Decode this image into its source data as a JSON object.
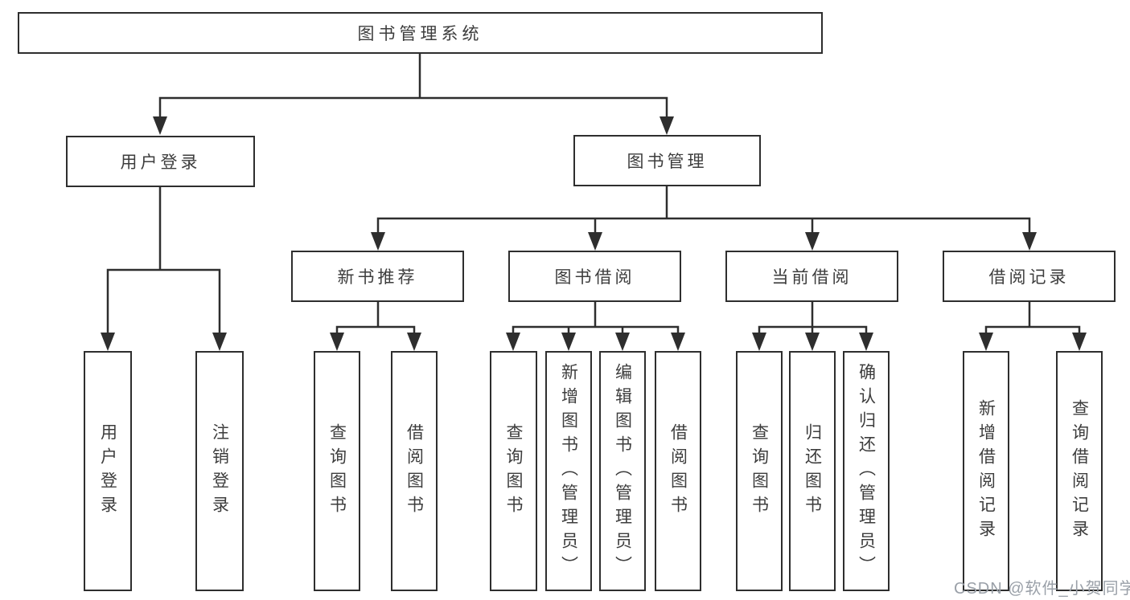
{
  "tree": {
    "root": "图书管理系统",
    "user_login": {
      "label": "用户登录",
      "children": [
        "用户登录",
        "注销登录"
      ]
    },
    "book_management": {
      "label": "图书管理",
      "sections": [
        {
          "label": "新书推荐",
          "children": [
            "查询图书",
            "借阅图书"
          ]
        },
        {
          "label": "图书借阅",
          "children": [
            "查询图书",
            "新增图书（管理员）",
            "编辑图书（管理员）",
            "借阅图书"
          ]
        },
        {
          "label": "当前借阅",
          "children": [
            "查询图书",
            "归还图书",
            "确认归还（管理员）"
          ]
        },
        {
          "label": "借阅记录",
          "children": [
            "新增借阅记录",
            "查询借阅记录"
          ]
        }
      ]
    }
  },
  "watermark": "CSDN @软件_小贺同学",
  "colors": {
    "line": "#2e2e2e",
    "text": "#3d3d3d",
    "watermark": "#9aa0a8",
    "background": "#ffffff"
  }
}
